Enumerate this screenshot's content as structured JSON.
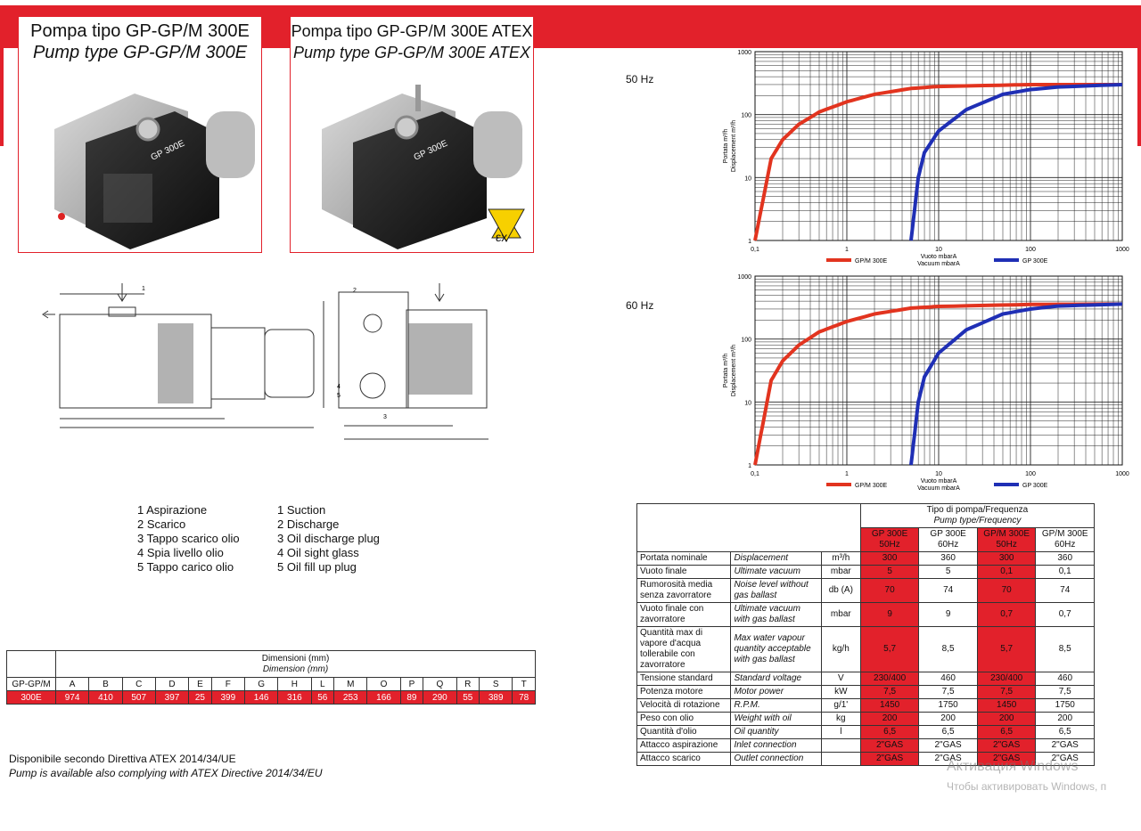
{
  "products": [
    {
      "title_it": "Pompa tipo GP-GP/M 300E",
      "title_en": "Pump type GP-GP/M 300E",
      "badge": "GP 300E"
    },
    {
      "title_it": "Pompa tipo GP-GP/M 300E ATEX",
      "title_en": "Pump type GP-GP/M 300E ATEX",
      "badge": "GP 300E",
      "atex_symbol": "εx"
    }
  ],
  "drawing_callouts": [
    "1",
    "2",
    "3",
    "4",
    "5"
  ],
  "parts_it": [
    "1  Aspirazione",
    "2  Scarico",
    "3  Tappo scarico olio",
    "4  Spia livello olio",
    "5  Tappo carico olio"
  ],
  "parts_en": [
    "1  Suction",
    "2  Discharge",
    "3  Oil discharge plug",
    "4  Oil sight glass",
    "5  Oil fill up plug"
  ],
  "dimensions": {
    "title_it": "Dimensioni (mm)",
    "title_en": "Dimension (mm)",
    "model_header": "GP-GP/M",
    "columns": [
      "A",
      "B",
      "C",
      "D",
      "E",
      "F",
      "G",
      "H",
      "L",
      "M",
      "O",
      "P",
      "Q",
      "R",
      "S",
      "T"
    ],
    "model": "300E",
    "values": [
      "974",
      "410",
      "507",
      "397",
      "25",
      "399",
      "146",
      "316",
      "56",
      "253",
      "166",
      "89",
      "290",
      "55",
      "389",
      "78"
    ]
  },
  "atex_note": {
    "it": "Disponibile secondo Direttiva ATEX 2014/34/UE",
    "en": "Pump is available also complying with ATEX Directive 2014/34/EU"
  },
  "chart_data": [
    {
      "type": "line",
      "label": "50 Hz",
      "ylabel_it": "Portata m³/h",
      "ylabel_en": "Displacement m³/h",
      "xlabel_it": "Vuoto mbarA",
      "xlabel_en": "Vacuum mbarA",
      "x_ticks": [
        "0,1",
        "1",
        "10",
        "100",
        "1000"
      ],
      "y_ticks": [
        "1",
        "10",
        "100",
        "1000"
      ],
      "xscale": "log",
      "yscale": "log",
      "xlim": [
        0.1,
        1000
      ],
      "ylim": [
        1,
        1000
      ],
      "grid": true,
      "legend": "bottom",
      "series": [
        {
          "name": "GP/M 300E",
          "color": "#e2341f",
          "x": [
            0.1,
            0.15,
            0.2,
            0.3,
            0.5,
            1,
            2,
            5,
            10,
            100,
            1000
          ],
          "y": [
            1,
            20,
            40,
            70,
            110,
            160,
            210,
            260,
            280,
            300,
            300
          ]
        },
        {
          "name": "GP 300E",
          "color": "#1f2fb5",
          "x": [
            5,
            6,
            7,
            10,
            20,
            50,
            100,
            200,
            1000
          ],
          "y": [
            1,
            10,
            25,
            55,
            120,
            210,
            250,
            275,
            300
          ]
        }
      ]
    },
    {
      "type": "line",
      "label": "60 Hz",
      "ylabel_it": "Portata m³/h",
      "ylabel_en": "Displacement m³/h",
      "xlabel_it": "Vuoto mbarA",
      "xlabel_en": "Vacuum mbarA",
      "x_ticks": [
        "0,1",
        "1",
        "10",
        "100",
        "1000"
      ],
      "y_ticks": [
        "1",
        "10",
        "100",
        "1000"
      ],
      "xscale": "log",
      "yscale": "log",
      "xlim": [
        0.1,
        1000
      ],
      "ylim": [
        1,
        1000
      ],
      "grid": true,
      "legend": "bottom",
      "series": [
        {
          "name": "GP/M 300E",
          "color": "#e2341f",
          "x": [
            0.1,
            0.15,
            0.2,
            0.3,
            0.5,
            1,
            2,
            5,
            10,
            100,
            1000
          ],
          "y": [
            1,
            22,
            45,
            80,
            130,
            190,
            250,
            310,
            330,
            355,
            360
          ]
        },
        {
          "name": "GP 300E",
          "color": "#1f2fb5",
          "x": [
            5,
            6,
            7,
            10,
            20,
            50,
            100,
            200,
            1000
          ],
          "y": [
            1,
            10,
            25,
            60,
            140,
            250,
            300,
            335,
            360
          ]
        }
      ]
    }
  ],
  "specs": {
    "group_it": "Tipo di pompa/Frequenza",
    "group_en": "Pump type/Frequency",
    "columns": [
      {
        "model": "GP 300E",
        "freq": "50Hz",
        "red": true
      },
      {
        "model": "GP 300E",
        "freq": "60Hz",
        "red": false
      },
      {
        "model": "GP/M 300E",
        "freq": "50Hz",
        "red": true
      },
      {
        "model": "GP/M 300E",
        "freq": "60Hz",
        "red": false
      }
    ],
    "rows": [
      {
        "it": "Portata nominale",
        "en": "Displacement",
        "unit": "m³/h",
        "v": [
          "300",
          "360",
          "300",
          "360"
        ]
      },
      {
        "it": "Vuoto finale",
        "en": "Ultimate vacuum",
        "unit": "mbar",
        "v": [
          "5",
          "5",
          "0,1",
          "0,1"
        ]
      },
      {
        "it": "Rumorosità media senza zavorratore",
        "en": "Noise level without gas ballast",
        "unit": "db (A)",
        "v": [
          "70",
          "74",
          "70",
          "74"
        ]
      },
      {
        "it": "Vuoto finale con zavorratore",
        "en": "Ultimate vacuum with gas ballast",
        "unit": "mbar",
        "v": [
          "9",
          "9",
          "0,7",
          "0,7"
        ]
      },
      {
        "it": "Quantità max di vapore d'acqua tollerabile con zavorratore",
        "en": "Max water vapour quantity acceptable with gas ballast",
        "unit": "kg/h",
        "v": [
          "5,7",
          "8,5",
          "5,7",
          "8,5"
        ]
      },
      {
        "it": "Tensione standard",
        "en": "Standard voltage",
        "unit": "V",
        "v": [
          "230/400",
          "460",
          "230/400",
          "460"
        ]
      },
      {
        "it": "Potenza motore",
        "en": "Motor power",
        "unit": "kW",
        "v": [
          "7,5",
          "7,5",
          "7,5",
          "7,5"
        ]
      },
      {
        "it": "Velocità di rotazione",
        "en": "R.P.M.",
        "unit": "g/1'",
        "v": [
          "1450",
          "1750",
          "1450",
          "1750"
        ]
      },
      {
        "it": "Peso con olio",
        "en": "Weight with oil",
        "unit": "kg",
        "v": [
          "200",
          "200",
          "200",
          "200"
        ]
      },
      {
        "it": "Quantità d'olio",
        "en": "Oil quantity",
        "unit": "l",
        "v": [
          "6,5",
          "6,5",
          "6,5",
          "6,5"
        ]
      },
      {
        "it": "Attacco aspirazione",
        "en": "Inlet connection",
        "unit": "",
        "v": [
          "2\"GAS",
          "2\"GAS",
          "2\"GAS",
          "2\"GAS"
        ]
      },
      {
        "it": "Attacco scarico",
        "en": "Outlet connection",
        "unit": "",
        "v": [
          "2\"GAS",
          "2\"GAS",
          "2\"GAS",
          "2\"GAS"
        ]
      }
    ]
  },
  "watermark": {
    "line1": "Активация Windows",
    "line2": "Чтобы активировать Windows, п"
  }
}
